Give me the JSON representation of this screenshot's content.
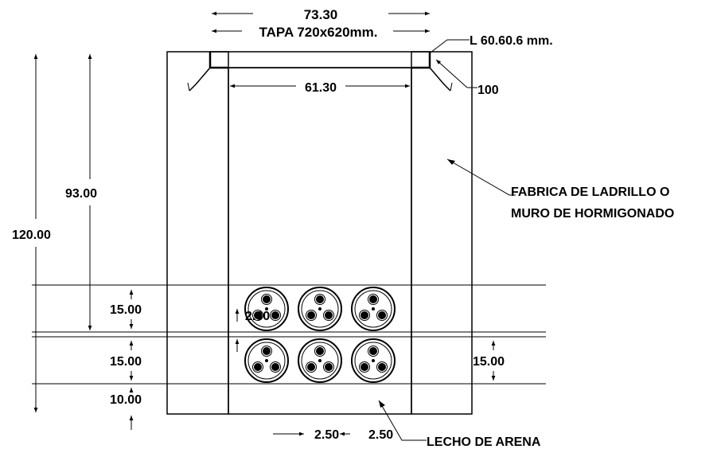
{
  "dimensions": {
    "top_width": "73.30",
    "cover": "TAPA 720x620mm.",
    "angle_iron": "L 60.60.6 mm.",
    "side_100": "100",
    "inner_width": "61.30",
    "depth_93": "93.00",
    "total_height": "120.00",
    "row_upper": "15.00",
    "row_lower": "15.00",
    "base": "10.00",
    "pipe_gap": "2.00",
    "right_row": "15.00",
    "sand_left": "2.50",
    "sand_right": "2.50"
  },
  "labels": {
    "wall_line1": "FABRICA DE LADRILLO O",
    "wall_line2": "MURO DE HORMIGONADO",
    "sand_bed": "LECHO DE ARENA"
  }
}
